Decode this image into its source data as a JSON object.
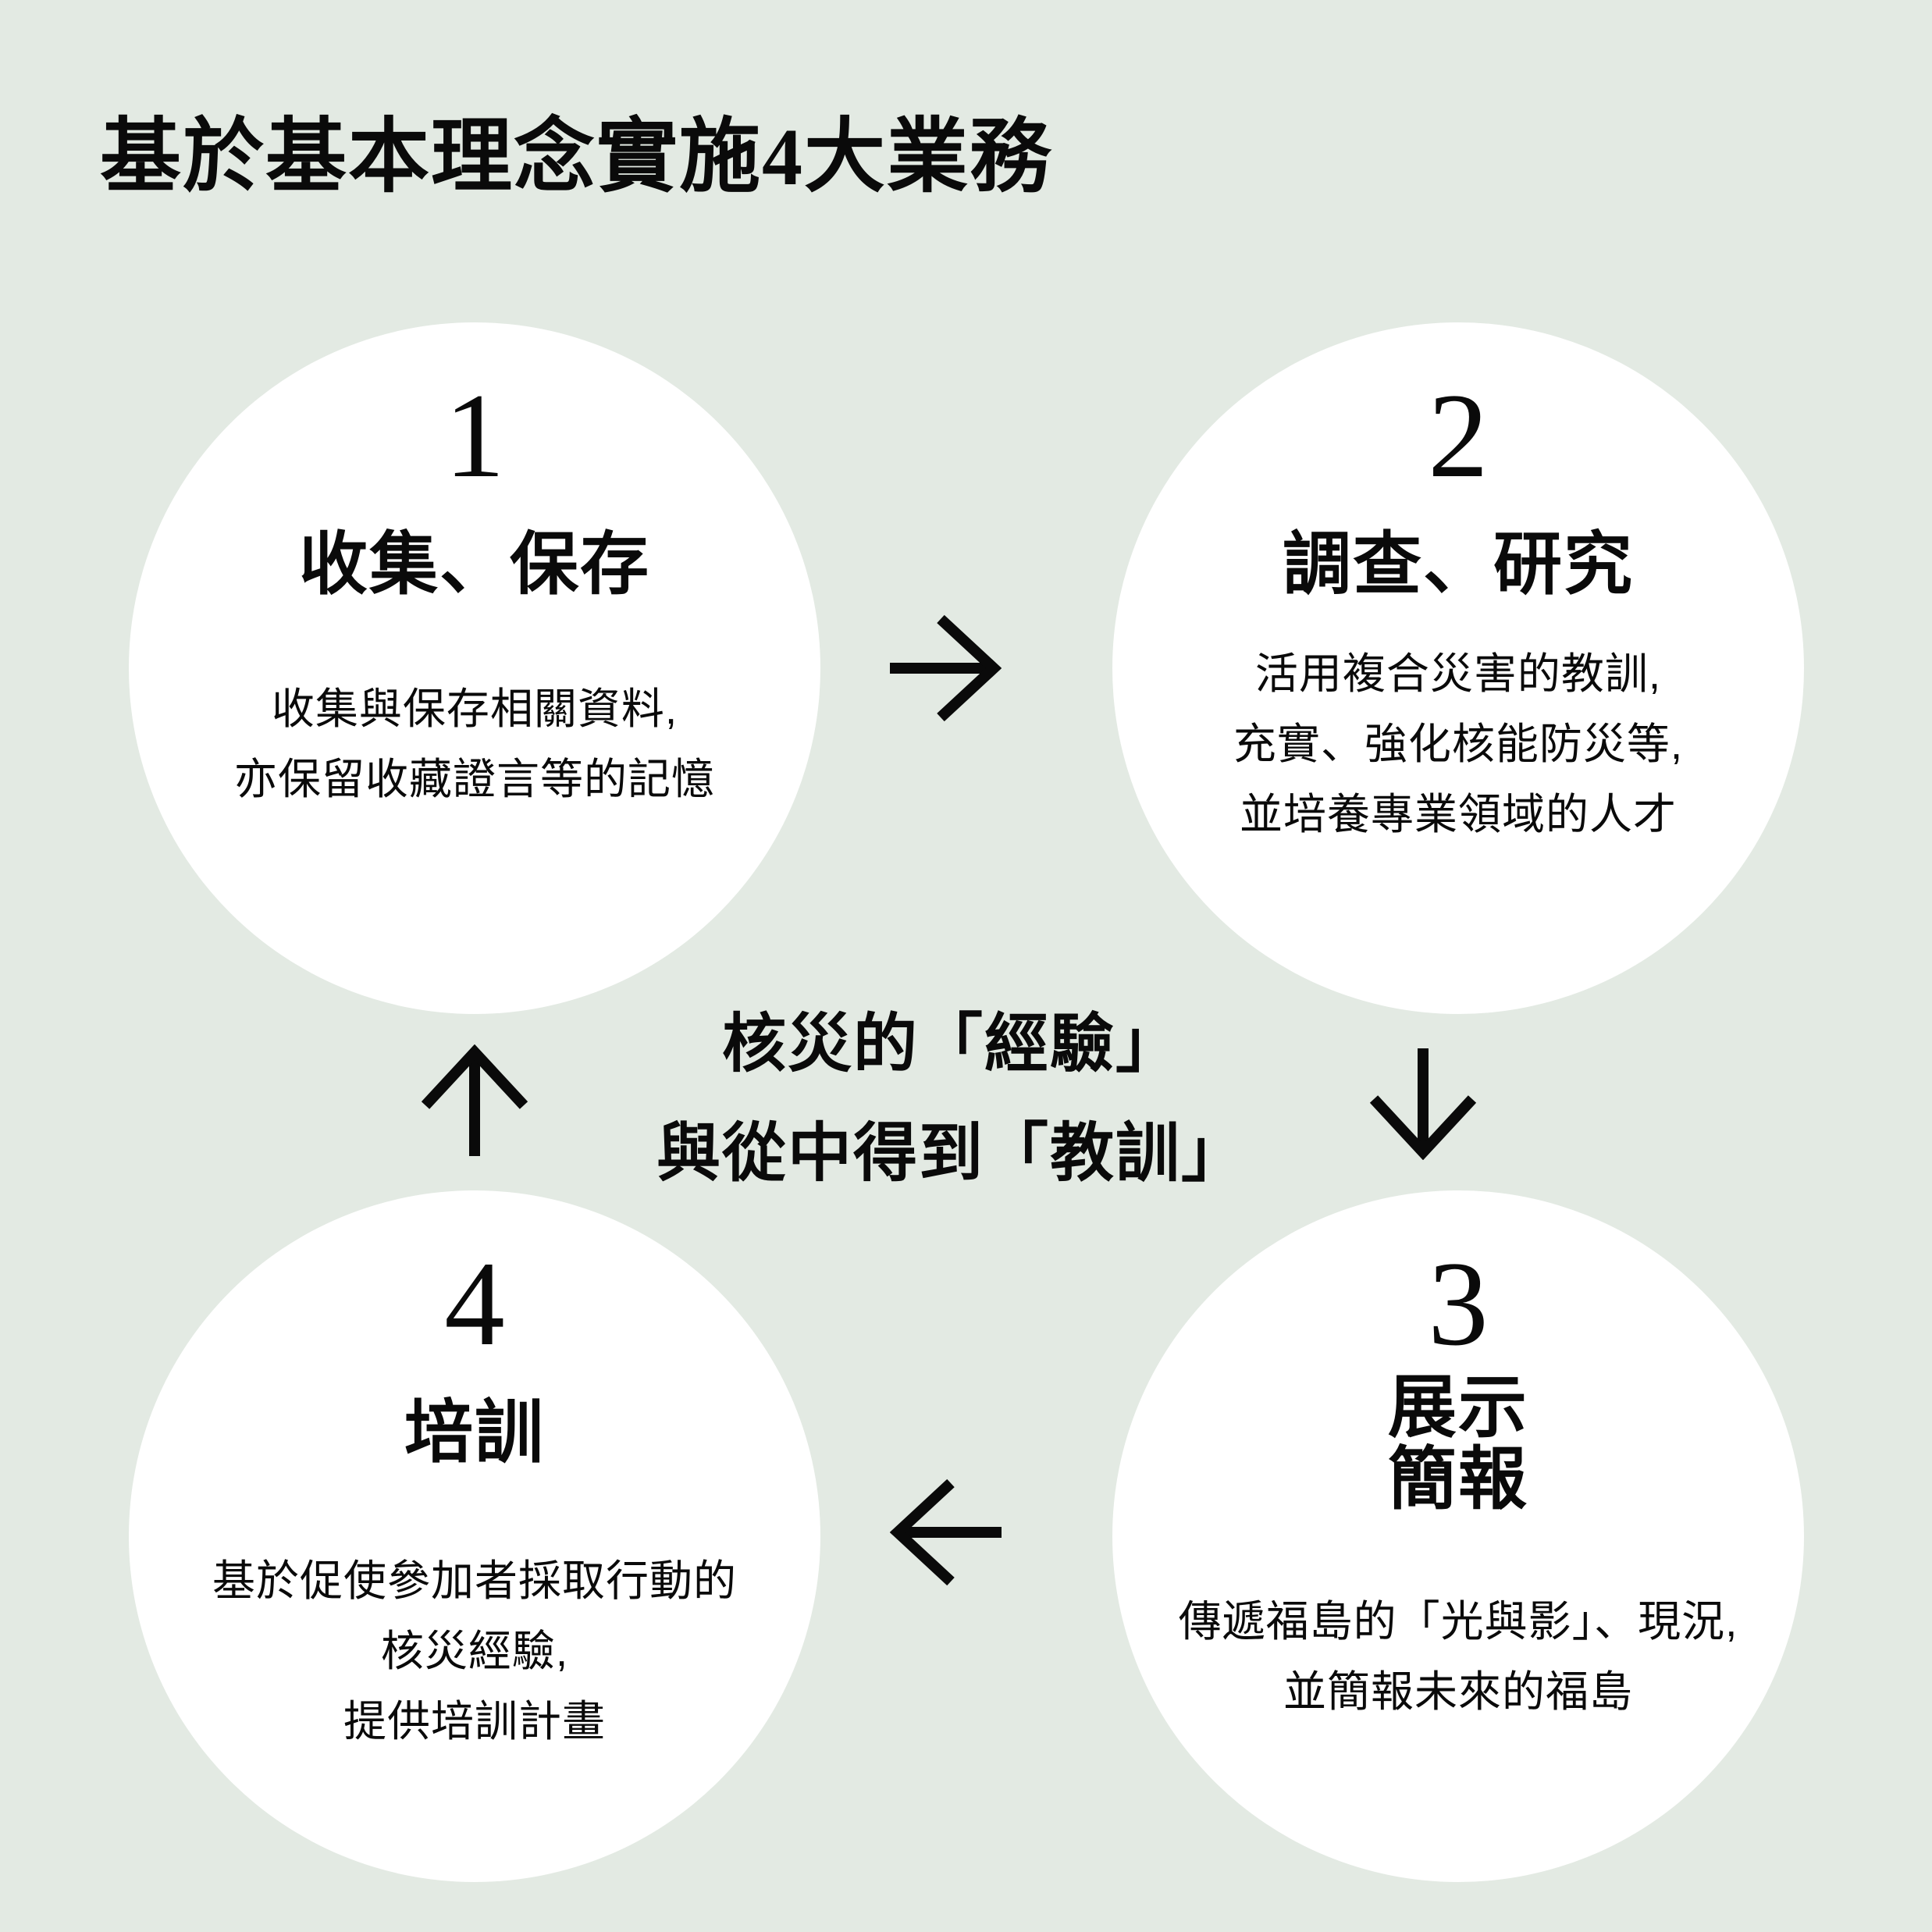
{
  "title": "基於基本理念實施4大業務",
  "colors": {
    "background": "#e3eae3",
    "circle_fill": "#ffffff",
    "text": "#0a0a0a",
    "arrow": "#0a0a0a"
  },
  "steps": [
    {
      "number": "1",
      "heading_lines": [
        "收集、保存"
      ],
      "description": [
        "收集與保存相關資料,",
        "亦保留收藏證言等的記憶"
      ]
    },
    {
      "number": "2",
      "heading_lines": [
        "調查、研究"
      ],
      "description": [
        "活用複合災害的教訓,",
        "充實、強化核能防災等,",
        "並培養專業領域的人才"
      ]
    },
    {
      "number": "3",
      "heading_lines": [
        "展示",
        "簡報"
      ],
      "description": [
        "傳遞福島的「光與影」、現況,",
        "並簡報未來的福島"
      ]
    },
    {
      "number": "4",
      "heading_lines": [
        "培訓"
      ],
      "description": [
        "基於促使參加者採取行動的",
        "核災經驗,",
        "提供培訓計畫"
      ]
    }
  ],
  "center_label": {
    "line1": "核災的「經驗」",
    "line2": "與從中得到「教訓」"
  },
  "icons": [
    "arrow-right-icon",
    "arrow-down-icon",
    "arrow-left-icon",
    "arrow-up-icon"
  ]
}
